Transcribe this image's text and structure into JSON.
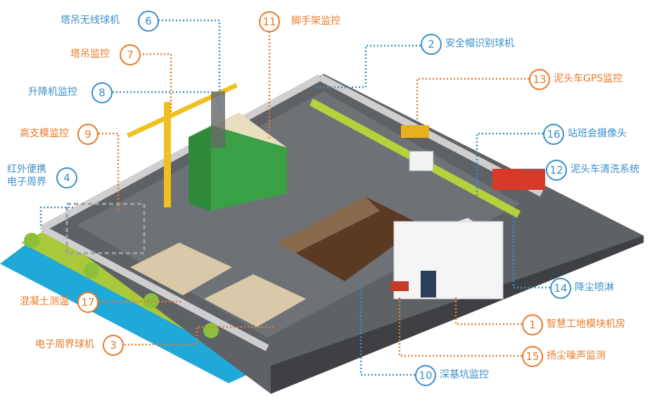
{
  "colors": {
    "orange": "#e87a2a",
    "blue": "#3a8fc8"
  },
  "callouts": [
    {
      "id": "c1",
      "num": "1",
      "label": "智慧工地模块机房",
      "color": "orange"
    },
    {
      "id": "c2",
      "num": "2",
      "label": "安全帽识别球机",
      "color": "blue"
    },
    {
      "id": "c3",
      "num": "3",
      "label": "电子周界球机",
      "color": "orange"
    },
    {
      "id": "c4",
      "num": "4",
      "label": "红外便携\n电子周界",
      "color": "blue"
    },
    {
      "id": "c6",
      "num": "6",
      "label": "塔吊无线球机",
      "color": "blue"
    },
    {
      "id": "c7",
      "num": "7",
      "label": "塔吊监控",
      "color": "orange"
    },
    {
      "id": "c8",
      "num": "8",
      "label": "升降机监控",
      "color": "blue"
    },
    {
      "id": "c9",
      "num": "9",
      "label": "高支模监控",
      "color": "orange"
    },
    {
      "id": "c10",
      "num": "10",
      "label": "深基坑监控",
      "color": "blue"
    },
    {
      "id": "c11",
      "num": "11",
      "label": "脚手架监控",
      "color": "orange"
    },
    {
      "id": "c12",
      "num": "12",
      "label": "泥头车清洗系统",
      "color": "blue"
    },
    {
      "id": "c13",
      "num": "13",
      "label": "泥头车GPS监控",
      "color": "orange"
    },
    {
      "id": "c14",
      "num": "14",
      "label": "降尘喷淋",
      "color": "blue"
    },
    {
      "id": "c15",
      "num": "15",
      "label": "扬尘噪声监测",
      "color": "orange"
    },
    {
      "id": "c16",
      "num": "16",
      "label": "站班会摄像头",
      "color": "blue"
    },
    {
      "id": "c17",
      "num": "17",
      "label": "混凝土测温",
      "color": "orange"
    }
  ]
}
